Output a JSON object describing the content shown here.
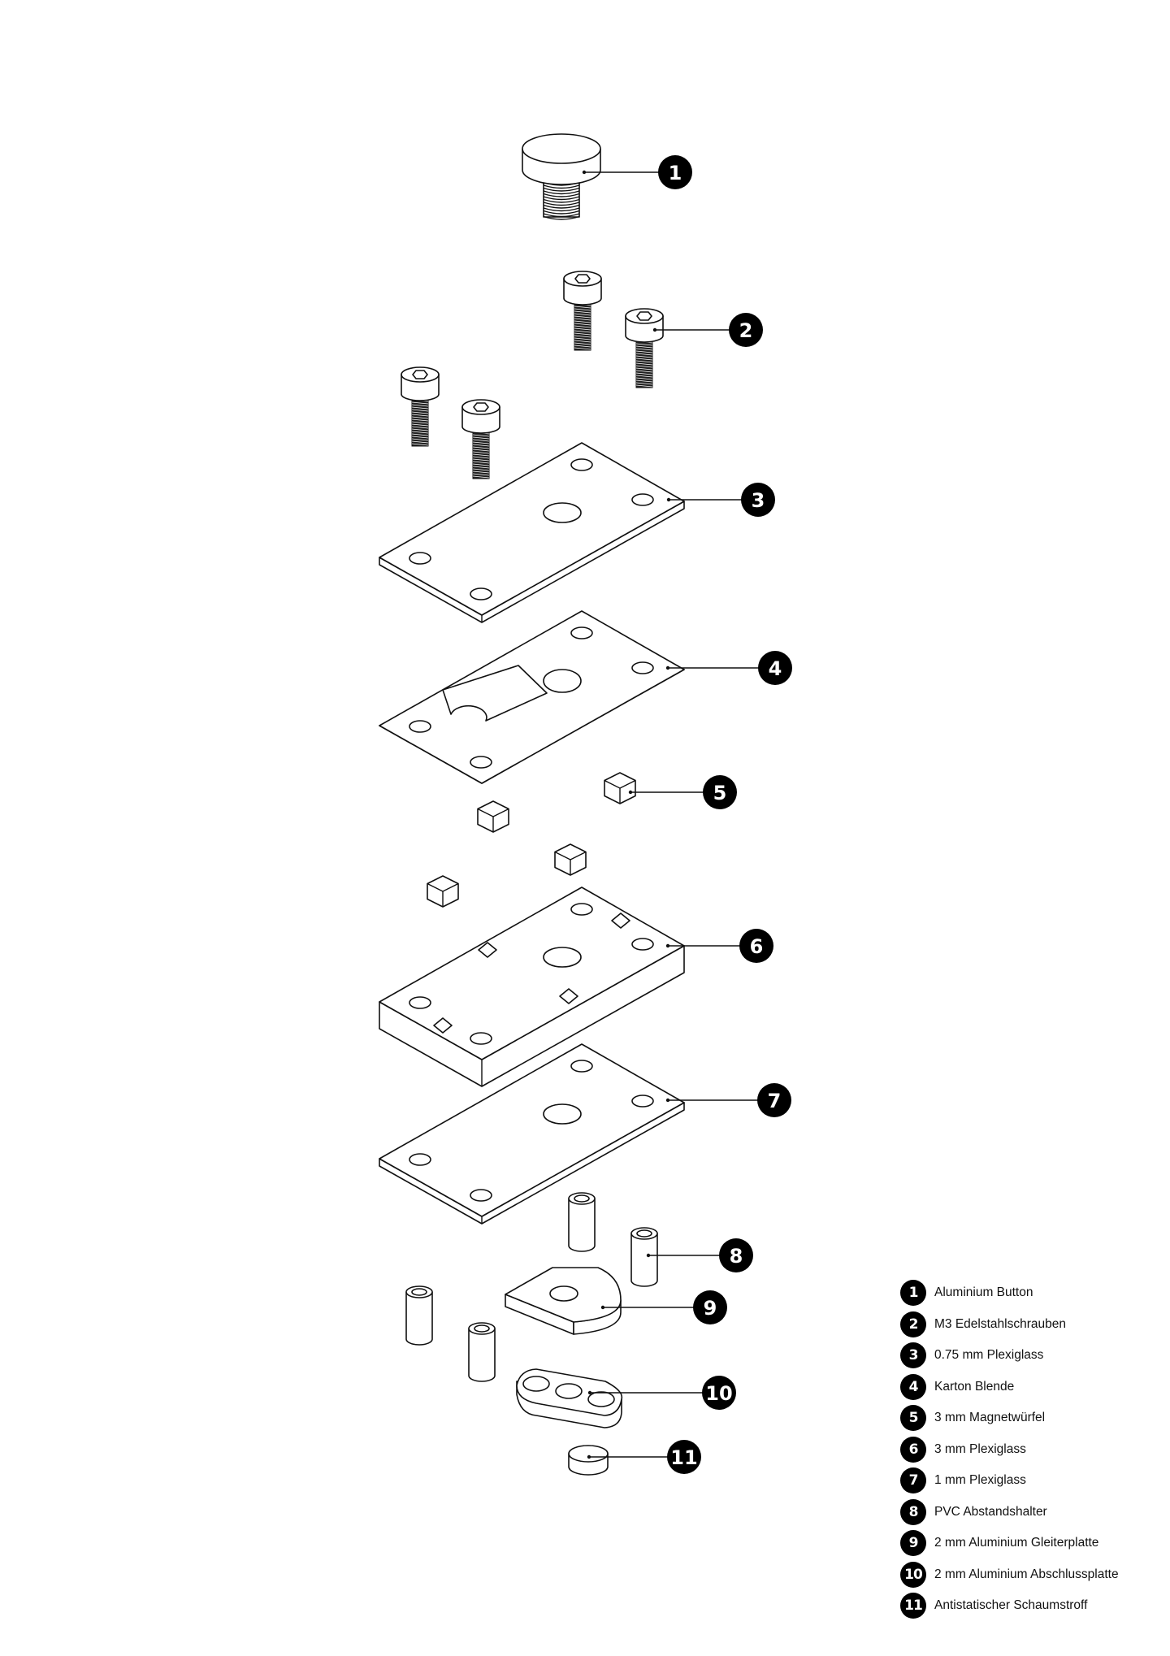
{
  "callouts": [
    "1",
    "2",
    "3",
    "4",
    "5",
    "6",
    "7",
    "8",
    "9",
    "10",
    "11"
  ],
  "legend": [
    {
      "num": "1",
      "label": "Aluminium Button"
    },
    {
      "num": "2",
      "label": "M3 Edelstahlschrauben"
    },
    {
      "num": "3",
      "label": "0.75 mm Plexiglass"
    },
    {
      "num": "4",
      "label": "Karton Blende"
    },
    {
      "num": "5",
      "label": "3 mm Magnetwürfel"
    },
    {
      "num": "6",
      "label": "3 mm Plexiglass"
    },
    {
      "num": "7",
      "label": "1 mm Plexiglass"
    },
    {
      "num": "8",
      "label": "PVC Abstandshalter"
    },
    {
      "num": "9",
      "label": "2 mm Aluminium Gleiterplatte"
    },
    {
      "num": "10",
      "label": "2 mm Aluminium Abschlussplatte"
    },
    {
      "num": "11",
      "label": "Antistatischer Schaumstroff"
    }
  ]
}
